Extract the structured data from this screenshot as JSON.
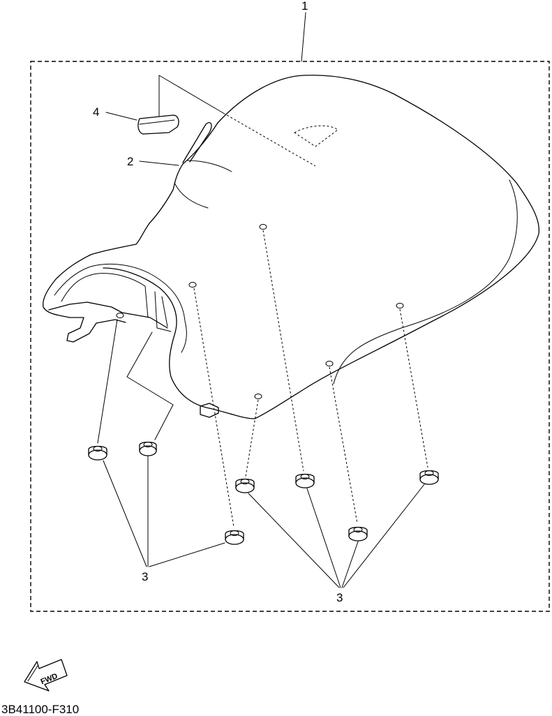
{
  "parts": [
    {
      "id": "1",
      "label": "1"
    },
    {
      "id": "2",
      "label": "2"
    },
    {
      "id": "3-left",
      "label": "3"
    },
    {
      "id": "3-right",
      "label": "3"
    },
    {
      "id": "4",
      "label": "4"
    }
  ],
  "direction_badge": "FWD",
  "drawing_code": "3B41100-F310",
  "icons": [
    "seat-icon",
    "damper-icon",
    "fwd-arrow-icon"
  ]
}
